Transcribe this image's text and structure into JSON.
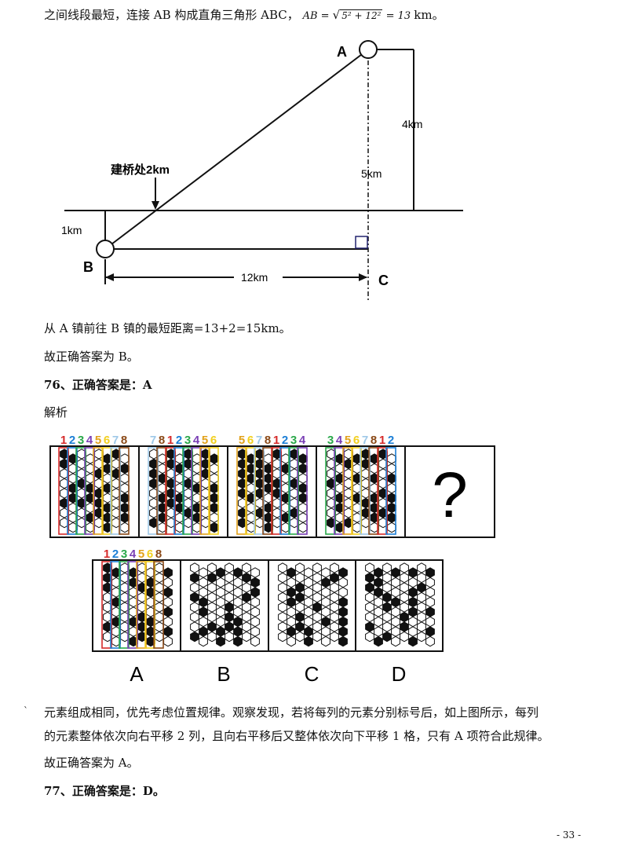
{
  "intro": {
    "text": "之间线段最短，连接 AB 构成直角三角形 ABC，",
    "formula_lhs": "AB = ",
    "formula_radicand": "5² + 12²",
    "formula_rhs": " = 13",
    "unit": "km。"
  },
  "diagram1": {
    "label_a": "A",
    "label_b": "B",
    "label_c": "C",
    "bridge": "建桥处2km",
    "d4": "4km",
    "d5": "5km",
    "d1": "1km",
    "d12": "12km"
  },
  "p_distance": "从 A 镇前往 B 镇的最短距离=13+2=15km。",
  "p_answer75": "故正确答案为 B。",
  "q76_heading": "76、正确答案是：A",
  "q76_jiexi": "解析",
  "puzzle": {
    "question_mark": "?",
    "nums_panel1": [
      "1",
      "2",
      "3",
      "4",
      "5",
      "6",
      "7",
      "8"
    ],
    "nums_panel2": [
      "7",
      "8",
      "1",
      "2",
      "3",
      "4",
      "5",
      "6"
    ],
    "nums_panel3": [
      "5",
      "6",
      "7",
      "8",
      "1",
      "2",
      "3",
      "4"
    ],
    "nums_panel4": [
      "3",
      "4",
      "5",
      "6",
      "7",
      "8",
      "1",
      "2"
    ],
    "nums_option_a": [
      "1",
      "2",
      "3",
      "4",
      "5",
      "6",
      "8"
    ],
    "option_labels": [
      "A",
      "B",
      "C",
      "D"
    ],
    "colors": [
      "#d62b2b",
      "#1c7fd6",
      "#2aa84a",
      "#7a3fb5",
      "#e2a21b",
      "#f2d020",
      "#9ec8e8",
      "#8b4a18"
    ]
  },
  "explain_line1": "元素组成相同，优先考虑位置规律。观察发现，若将每列的元素分别标号后，如上图所示，每列",
  "explain_line2": "的元素整体依次向右平移 2 列，且向右平移后又整体依次向下平移 1 格，只有 A 项符合此规律。",
  "p_answer76": "故正确答案为 A。",
  "q77_heading": "77、正确答案是：D。",
  "page_number": "- 33 -"
}
